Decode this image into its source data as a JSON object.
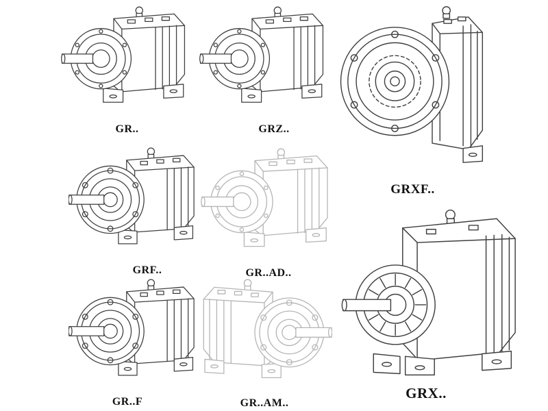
{
  "catalog": {
    "description": "Helical gear reducer model range line-drawing chart",
    "items": [
      {
        "id": "gr",
        "label": "GR..",
        "style": "solid"
      },
      {
        "id": "grz",
        "label": "GRZ..",
        "style": "solid"
      },
      {
        "id": "grxf",
        "label": "GRXF..",
        "style": "solid"
      },
      {
        "id": "grf",
        "label": "GRF..",
        "style": "solid"
      },
      {
        "id": "gr-ad",
        "label": "GR..AD..",
        "style": "faded"
      },
      {
        "id": "grx",
        "label": "GRX..",
        "style": "solid"
      },
      {
        "id": "gr-f",
        "label": "GR..F",
        "style": "solid"
      },
      {
        "id": "gr-am",
        "label": "GR..AM..",
        "style": "faded"
      }
    ],
    "palette": {
      "background": "#ffffff",
      "line": "#3f3f3f",
      "label_text": "#111111"
    }
  }
}
